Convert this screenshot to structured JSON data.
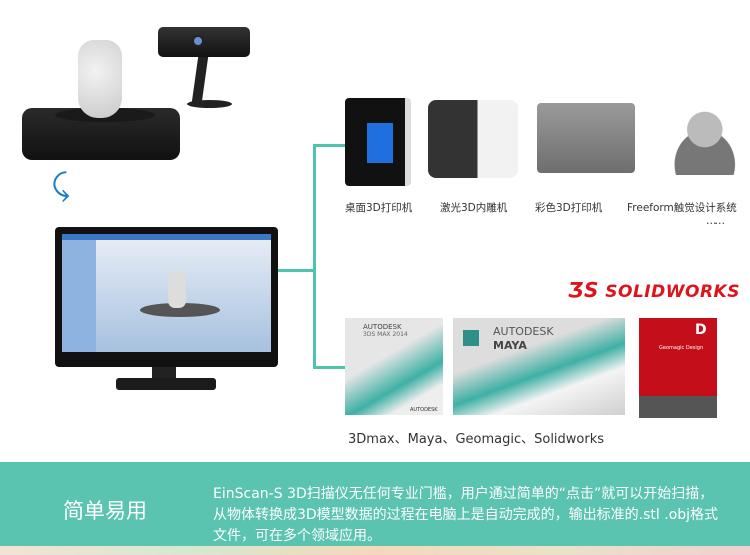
{
  "products": [
    {
      "label": "桌面3D打印机"
    },
    {
      "label": "激光3D内雕机"
    },
    {
      "label": "彩色3D打印机"
    },
    {
      "label": "Freeform触觉设计系统"
    }
  ],
  "ellipsis": "……",
  "solidworks_logo": "SOLIDWORKS",
  "software_boxes": {
    "max_brand": "AUTODESK",
    "max_name": "3DS MAX 2014",
    "max_footer": "AUTODESK",
    "maya_brand": "AUTODESK",
    "maya_name": "MAYA",
    "geomagic_letter": "D",
    "geomagic_name": "Geomagic Design"
  },
  "software_caption": "3Dmax、Maya、Geomagic、Solidworks",
  "band": {
    "title": "简单易用",
    "text": "EinScan-S 3D扫描仪无任何专业门槛，用户通过简单的“点击”就可以开始扫描，从物体转换成3D模型数据的过程在电脑上是自动完成的，输出标准的.stl .obj格式文件，可在多个领域应用。"
  },
  "colors": {
    "accent": "#5bc4b1",
    "solidworks": "#e0121b"
  }
}
